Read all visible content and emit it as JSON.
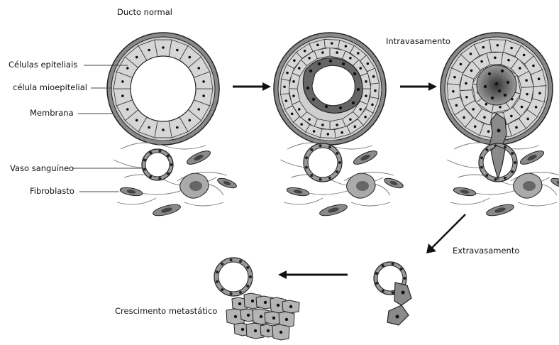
{
  "diagram": {
    "labels": {
      "ducto_normal": "Ducto normal",
      "intravasamento": "Intravasamento",
      "celulas_epiteliais": "Células epiteliais",
      "celula_mioepitelial": "célula mioepitelial",
      "membrana": "Membrana",
      "vaso_sanguineo": "Vaso sanguíneo",
      "fibroblasto": "Fibroblasto",
      "extravasamento": "Extravasamento",
      "crescimento_metastatico": "Crescimento metastático"
    },
    "colors": {
      "duct_fill": "#8a8a8a",
      "cell_fill": "#d6d6d6",
      "tumor_dark": "#555555",
      "nucleus": "#111111",
      "vessel_fill": "#9a9a9a",
      "line": "#222222"
    }
  }
}
